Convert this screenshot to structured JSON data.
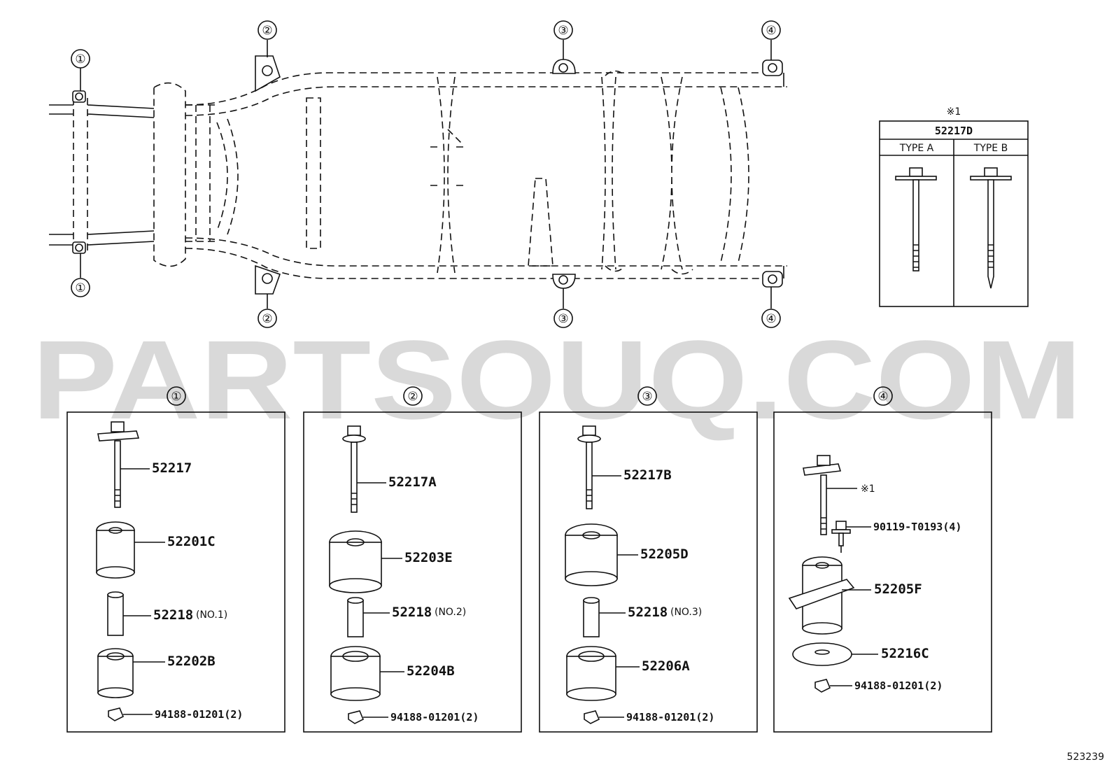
{
  "watermark": "PARTSOUQ.COM",
  "figure_number": "523239",
  "frame_markers": {
    "top": [
      "①",
      "②",
      "③",
      "④"
    ],
    "bottom": [
      "①",
      "②",
      "③",
      "④"
    ]
  },
  "inset": {
    "note": "※1",
    "part_number": "52217D",
    "types": [
      "TYPE  A",
      "TYPE  B"
    ]
  },
  "groups": [
    {
      "marker": "①",
      "parts": [
        {
          "number": "52217",
          "suffix": ""
        },
        {
          "number": "52201C",
          "suffix": ""
        },
        {
          "number": "52218",
          "suffix": "(NO.1)"
        },
        {
          "number": "52202B",
          "suffix": ""
        },
        {
          "number": "94188-01201(2)",
          "suffix": ""
        }
      ]
    },
    {
      "marker": "②",
      "parts": [
        {
          "number": "52217A",
          "suffix": ""
        },
        {
          "number": "52203E",
          "suffix": ""
        },
        {
          "number": "52218",
          "suffix": "(NO.2)"
        },
        {
          "number": "52204B",
          "suffix": ""
        },
        {
          "number": "94188-01201(2)",
          "suffix": ""
        }
      ]
    },
    {
      "marker": "③",
      "parts": [
        {
          "number": "52217B",
          "suffix": ""
        },
        {
          "number": "52205D",
          "suffix": ""
        },
        {
          "number": "52218",
          "suffix": "(NO.3)"
        },
        {
          "number": "52206A",
          "suffix": ""
        },
        {
          "number": "94188-01201(2)",
          "suffix": ""
        }
      ]
    },
    {
      "marker": "④",
      "parts": [
        {
          "number": "※1",
          "suffix": ""
        },
        {
          "number": "90119-T0193(4)",
          "suffix": ""
        },
        {
          "number": "52205F",
          "suffix": ""
        },
        {
          "number": "52216C",
          "suffix": ""
        },
        {
          "number": "94188-01201(2)",
          "suffix": ""
        }
      ]
    }
  ]
}
